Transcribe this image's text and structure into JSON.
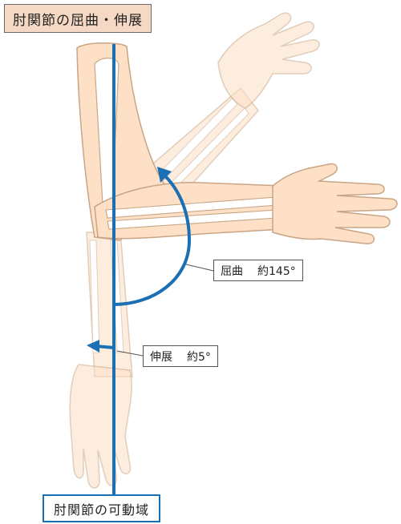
{
  "title": "肘関節の屈曲・伸展",
  "flexion": {
    "label": "屈曲",
    "value": "約145°"
  },
  "extension": {
    "label": "伸展",
    "value": "約5°"
  },
  "footer": "肘関節の可動域",
  "colors": {
    "skin": "#fde0c6",
    "skin_outline": "#c9a585",
    "bone": "#ffffff",
    "axis_line": "#1a6fb5",
    "arrow": "#1a6fb5",
    "title_bg": "#f5d9c4"
  }
}
